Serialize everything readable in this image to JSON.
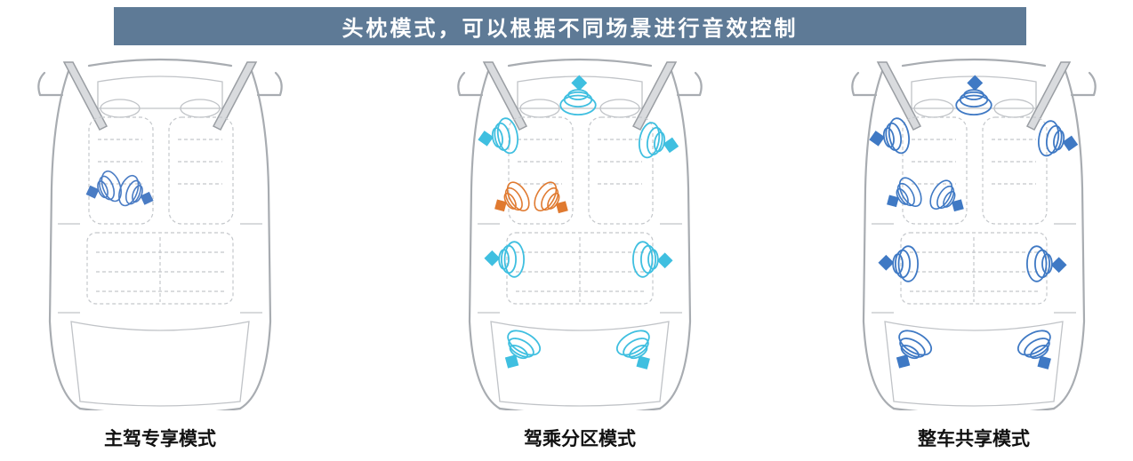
{
  "header": {
    "title": "头枕模式，可以根据不同场景进行音效控制"
  },
  "modes": [
    {
      "caption": "主驾专享模式"
    },
    {
      "caption": "驾乘分区模式"
    },
    {
      "caption": "整车共享模式"
    }
  ],
  "colors": {
    "banner": "#5e7a96",
    "speaker_headrest_mode1": "#4a7cc4",
    "speaker_zone_cyan": "#3fbfe0",
    "speaker_zone_orange": "#e07a30",
    "speaker_shared_blue": "#3f79c4"
  },
  "icons": [
    "car-topview",
    "speaker-icon"
  ]
}
